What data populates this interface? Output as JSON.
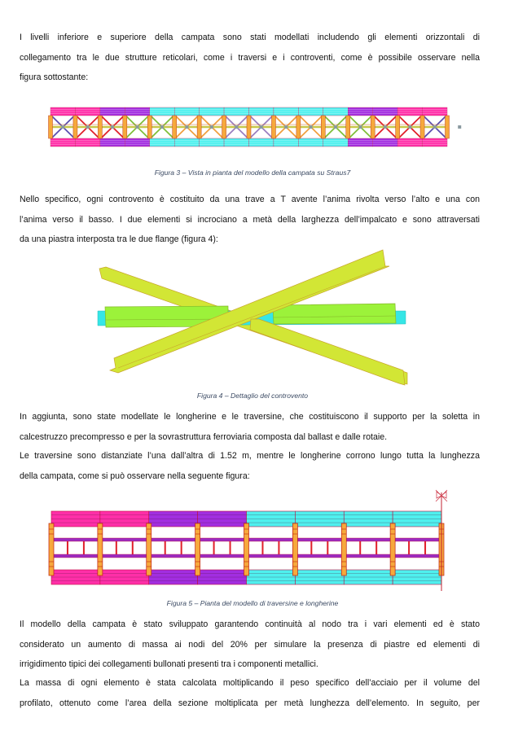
{
  "paragraphs": [
    {
      "lines": [
        "I livelli inferiore e superiore della campata sono stati modellati includendo gli elementi orizzontali di",
        "collegamento tra le due strutture reticolari, come i traversi e i controventi, come è possibile osservare nella",
        "figura sottostante:"
      ]
    },
    {
      "lines": [
        "Nello specifico, ogni controvento è costituito da una trave a T avente l’anima rivolta verso l’alto e una con",
        "l’anima verso il basso. I due elementi si incrociano a metà della larghezza dell’impalcato e sono attraversati",
        "da una piastra interposta tra le due flange (figura 4):"
      ]
    },
    {
      "lines": [
        "In aggiunta, sono state modellate le longherine e le traversine, che costituiscono il supporto per la soletta in",
        "calcestruzzo precompresso e per la sovrastruttura ferroviaria composta dal ballast e dalle rotaie."
      ]
    },
    {
      "lines": [
        "Le traversine sono distanziate l’una dall’altra di 1.52 m, mentre le longherine corrono lungo tutta la lunghezza",
        "della campata, come si può osservare nella seguente figura:"
      ]
    },
    {
      "lines": [
        "Il modello della campata è stato sviluppato garantendo continuità al nodo tra i vari elementi ed è stato",
        "considerato un aumento di massa ai nodi del 20% per simulare la presenza di piastre ed elementi di",
        "irrigidimento tipici dei collegamenti bullonati presenti tra i componenti metallici."
      ]
    },
    {
      "lines": [
        "La massa di ogni elemento è stata calcolata moltiplicando il peso specifico dell’acciaio per il volume del",
        "profilato, ottenuto come l’area della sezione moltiplicata per metà lunghezza dell’elemento. In seguito, per"
      ],
      "continues": true
    }
  ],
  "figures": [
    {
      "caption": "Figura 3 – Vista in pianta del modello della campata su Straus7"
    },
    {
      "caption": "Figura 4 – Dettaglio del controvento"
    },
    {
      "caption": "Figura 5 – Pianta del modello di traversine e longherine"
    }
  ],
  "colors": {
    "pink": "#ff2fa8",
    "purple": "#a22ee0",
    "cyan": "#4ff0ee",
    "orange": "#f6a93c",
    "red": "#e0202a",
    "yellow": "#d2e635",
    "green": "#9cf23a",
    "caption": "#3b4a63"
  }
}
